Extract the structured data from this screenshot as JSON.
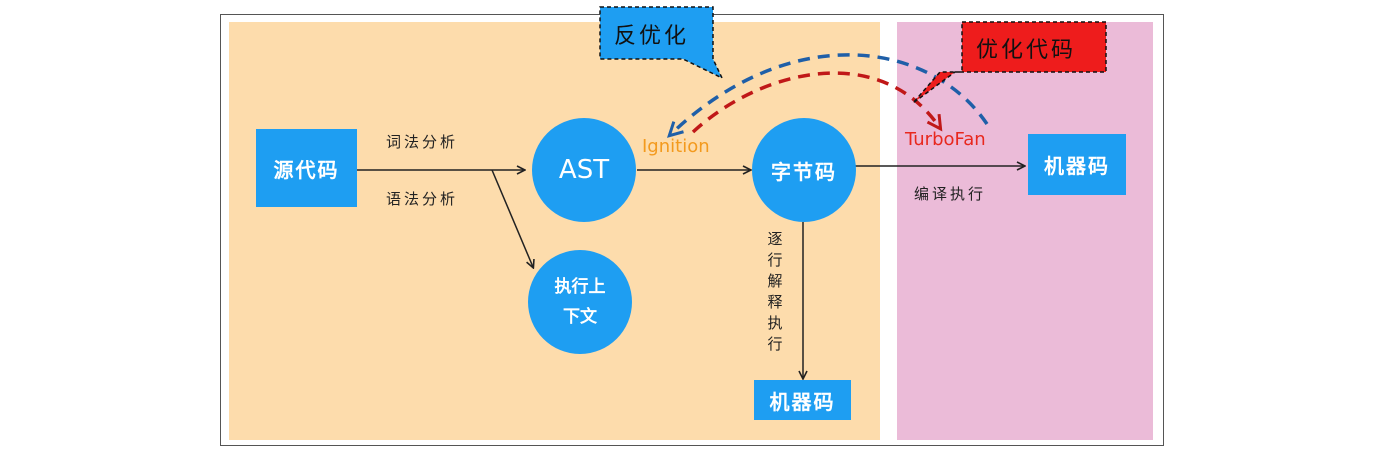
{
  "nodes": {
    "source_code": "源代码",
    "ast": "AST",
    "exec_context_line1": "执行上",
    "exec_context_line2": "下文",
    "bytecode": "字节码",
    "machine_code_interpreted": "机器码",
    "machine_code_compiled": "机器码"
  },
  "edge_labels": {
    "lexical_analysis": "词法分析",
    "syntax_analysis": "语法分析",
    "ignition": "Ignition",
    "turbofan": "TurboFan",
    "compile_execute": "编译执行",
    "line_by_line": "逐行解释执行"
  },
  "callouts": {
    "deoptimize": "反优化",
    "optimize_code": "优化代码"
  },
  "colors": {
    "node_blue": "#1e9ef2",
    "left_panel": "#fddcac",
    "right_panel": "#ebbbd8",
    "ignition_orange": "#f39a1e",
    "turbofan_red": "#e8281e",
    "deopt_dash_blue": "#1f5fa8",
    "opt_dash_red": "#c01818",
    "deopt_callout_fill": "#1e9ef2",
    "opt_callout_fill": "#ee1c1c"
  }
}
